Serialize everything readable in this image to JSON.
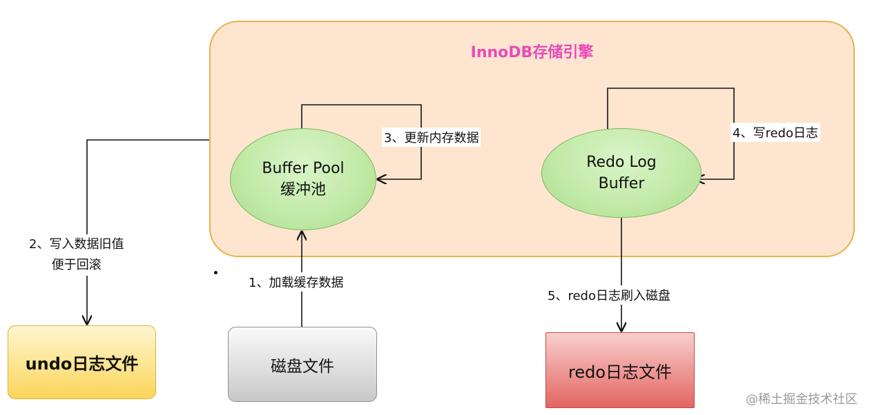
{
  "engine": {
    "title": "InnoDB存储引擎"
  },
  "buffer_pool": {
    "line1": "Buffer Pool",
    "line2": "缓冲池"
  },
  "redo_log_buffer": {
    "line1": "Redo Log",
    "line2": "Buffer"
  },
  "files": {
    "undo": "undo日志文件",
    "disk": "磁盘文件",
    "redo": "redo日志文件"
  },
  "steps": {
    "step1": "1、加载缓存数据",
    "step2_line1": "2、写入数据旧值",
    "step2_line2": "便于回滚",
    "step3": "3、更新内存数据",
    "step4": "4、写redo日志",
    "step5": "5、redo日志刷入磁盘"
  },
  "watermark": "@稀土掘金技术社区",
  "colors": {
    "engine_fill": "#fde5cf",
    "engine_border": "#e8b24a",
    "engine_title": "#e84bb8",
    "ellipse_fill": "#c3eaa9",
    "undo_fill": "#fbd55a",
    "disk_fill": "#c8c8c8",
    "redo_fill": "#e36560"
  }
}
